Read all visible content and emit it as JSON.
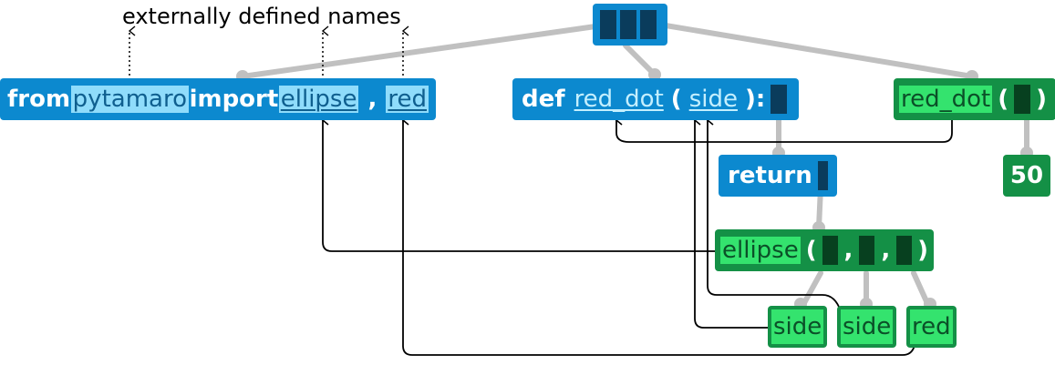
{
  "annotation": "externally defined names",
  "import_stmt": {
    "from_kw": "from",
    "module": "pytamaro",
    "import_kw": "import",
    "name1": "ellipse",
    "comma": ",",
    "name2": "red"
  },
  "def_stmt": {
    "def_kw": "def",
    "func_name": "red_dot",
    "lparen": "(",
    "param": "side",
    "rparen_colon": "):"
  },
  "call_stmt": {
    "func_name": "red_dot",
    "lparen": "(",
    "rparen": ")",
    "arg": "50"
  },
  "return_stmt": {
    "kw": "return"
  },
  "ellipse_call": {
    "func_name": "ellipse",
    "lparen": "(",
    "comma1": ",",
    "comma2": ",",
    "rparen": ")"
  },
  "leaves": {
    "side1": "side",
    "side2": "side",
    "red": "red"
  },
  "colors": {
    "statement": "#0c89cf",
    "expression": "#149046",
    "name_box_blue": "#8fdcfb",
    "name_box_green": "#34e36e",
    "edge": "#c0c0c0",
    "reference_arrow": "#000000"
  }
}
